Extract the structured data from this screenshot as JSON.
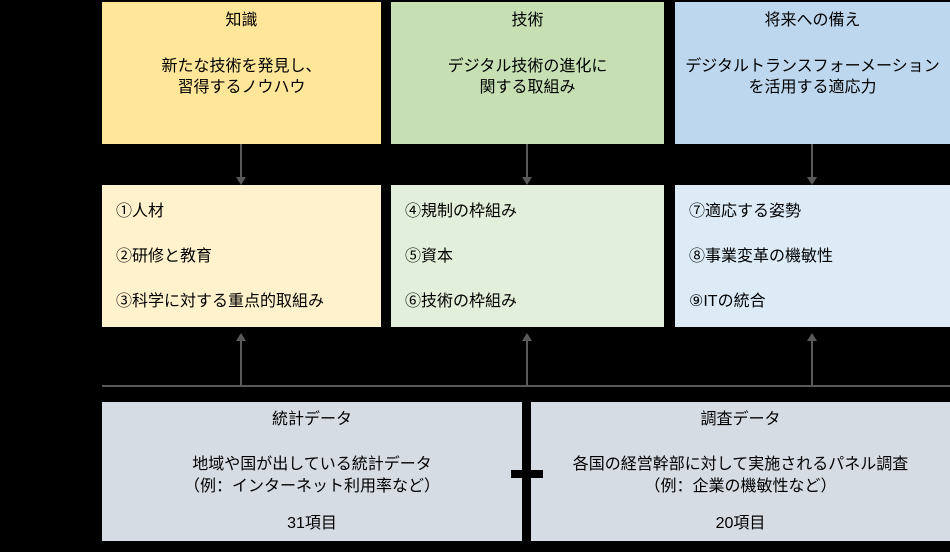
{
  "diagram": {
    "bg_color": "#000000",
    "connector_color": "#595959",
    "plus_connector_color": "#000000",
    "text_color": "#000000"
  },
  "pillars": [
    {
      "name": "knowledge",
      "header": {
        "title": "知識",
        "desc_lines": [
          "新たな技術を発見し、",
          "習得するノウハウ"
        ],
        "bg_color": "#FFE699"
      },
      "items": {
        "bg_color": "#FFF2CC",
        "list": [
          "①人材",
          "②研修と教育",
          "③科学に対する重点的取組み"
        ]
      }
    },
    {
      "name": "technology",
      "header": {
        "title": "技術",
        "desc_lines": [
          "デジタル技術の進化に",
          "関する取組み"
        ],
        "bg_color": "#C6E0B4"
      },
      "items": {
        "bg_color": "#E2EFDA",
        "list": [
          "④規制の枠組み",
          "⑤資本",
          "⑥技術の枠組み"
        ]
      }
    },
    {
      "name": "future-readiness",
      "header": {
        "title": "将来への備え",
        "desc_lines": [
          "デジタルトランスフォーメーション",
          "を活用する適応力"
        ],
        "bg_color": "#BDD7EE"
      },
      "items": {
        "bg_color": "#DDEBF7",
        "list": [
          "⑦適応する姿勢",
          "⑧事業変革の機敏性",
          "⑨ITの統合"
        ]
      }
    }
  ],
  "data_sources": [
    {
      "name": "statistical-data",
      "title": "統計データ",
      "desc_lines": [
        "地域や国が出している統計データ",
        "（例：インターネット利用率など）"
      ],
      "item_count": "31項目",
      "bg_color": "#D6DCE4"
    },
    {
      "name": "survey-data",
      "title": "調査データ",
      "desc_lines": [
        "各国の経営幹部に対して実施されるパネル調査",
        "（例：企業の機敏性など）"
      ],
      "item_count": "20項目",
      "bg_color": "#D6DCE4"
    }
  ]
}
